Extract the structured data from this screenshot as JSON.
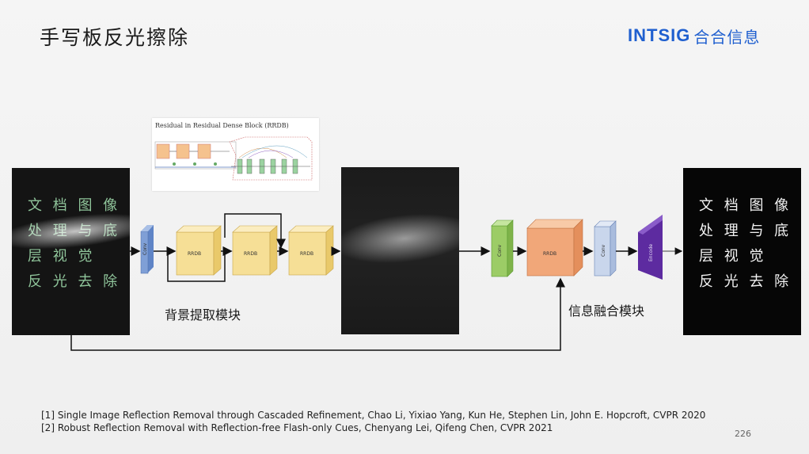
{
  "slide": {
    "title": "手写板反光擦除",
    "page_number": "226"
  },
  "logo": {
    "en": "INTSIG",
    "cn": "合合信息",
    "color": "#1f5fcf"
  },
  "inset": {
    "title": "Residual in Residual Dense Block (RRDB)"
  },
  "handwriting": {
    "lines": [
      "文 档 图 像",
      "处 理 与 底",
      "层 视 觉",
      "反 光 去 除"
    ]
  },
  "diagram": {
    "conv_label": "Conv",
    "rrdb_label": "RRDB",
    "encode_label": "Encode",
    "background_module": "背景提取模块",
    "fusion_module": "信息融合模块"
  },
  "references": [
    "[1] Single Image Reflection Removal through Cascaded Refinement, Chao Li, Yixiao Yang, Kun He, Stephen Lin, John E. Hopcroft, CVPR 2020",
    "[2] Robust Reflection Removal with Reflection-free Flash-only Cues, Chenyang Lei, Qifeng Chen, CVPR 2021"
  ],
  "colors": {
    "conv_blue": "#7f9fd6",
    "rrdb_yellow": "#f6df96",
    "conv_green": "#9ccc66",
    "rrdb_orange": "#f1a779",
    "conv_lightblue": "#c9d6ec",
    "encode_purple": "#5d2ba0"
  }
}
